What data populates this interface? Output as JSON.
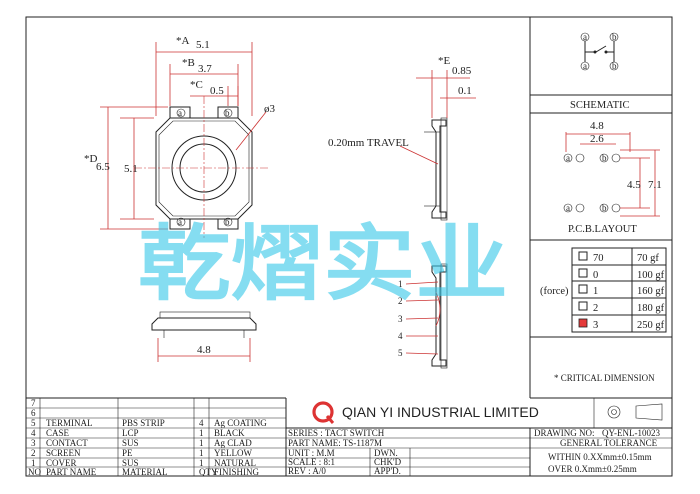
{
  "top_view": {
    "dims": {
      "a": "5.1",
      "b": "3.7",
      "c": "0.5",
      "d": "6.5",
      "inner": "5.1",
      "hole": "ø3",
      "bottom": "4.8"
    },
    "labels": {
      "a": "*A",
      "b": "*B",
      "c": "*C",
      "d": "*D"
    }
  },
  "side_view": {
    "e_label": "*E",
    "e_val": "0.85",
    "sub_val": "0.1",
    "travel": "0.20mm TRAVEL",
    "parts": [
      "1",
      "2",
      "3",
      "4",
      "5"
    ]
  },
  "schematic": {
    "title": "SCHEMATIC",
    "pins": [
      "a",
      "b",
      "a",
      "b"
    ]
  },
  "pcb": {
    "title": "P.C.B.LAYOUT",
    "w1": "4.8",
    "w2": "2.6",
    "h1": "4.5",
    "h2": "7.1",
    "pins": [
      "a",
      "b",
      "a",
      "b"
    ]
  },
  "force": {
    "label": "(force)",
    "options": [
      {
        "code": "70",
        "value": "70 gf",
        "selected": false
      },
      {
        "code": "0",
        "value": "100 gf",
        "selected": false
      },
      {
        "code": "1",
        "value": "160 gf",
        "selected": false
      },
      {
        "code": "2",
        "value": "180 gf",
        "selected": false
      },
      {
        "code": "3",
        "value": "250 gf",
        "selected": true
      }
    ],
    "accent": "#e53a3a"
  },
  "critical": "* CRITICAL DIMENSION",
  "watermark": "乾熠实业",
  "company": "QIAN YI INDUSTRIAL LIMITED",
  "parts_table": {
    "rows": [
      {
        "no": "7",
        "name": "",
        "material": "",
        "qty": "",
        "finish": ""
      },
      {
        "no": "6",
        "name": "",
        "material": "",
        "qty": "",
        "finish": ""
      },
      {
        "no": "5",
        "name": "TERMINAL",
        "material": "PBS STRIP",
        "qty": "4",
        "finish": "Ag COATING"
      },
      {
        "no": "4",
        "name": "CASE",
        "material": "LCP",
        "qty": "1",
        "finish": "BLACK"
      },
      {
        "no": "3",
        "name": "CONTACT",
        "material": "SUS",
        "qty": "1",
        "finish": "Ag CLAD"
      },
      {
        "no": "2",
        "name": "SCREEN",
        "material": "PE",
        "qty": "1",
        "finish": "YELLOW"
      },
      {
        "no": "1",
        "name": "COVER",
        "material": "SUS",
        "qty": "1",
        "finish": "NATURAL"
      }
    ],
    "header": {
      "no": "NO",
      "name": "PART NAME",
      "material": "MATERIAL",
      "qty": "QTY",
      "finish": "FINISHING"
    }
  },
  "title_block": {
    "series": "SERIES : TACT SWITCH",
    "part": "PART NAME: TS-1187M",
    "unit": "UNIT : M.M",
    "dwn": "DWN.",
    "scale": "SCALE : 8:1",
    "chkd": "CHK'D",
    "rev": "REV   : A/0",
    "appd": "APP'D.",
    "drawing_no_label": "DRAWING NO:",
    "drawing_no": "QY-ENL-10023",
    "tol_title": "GENERAL TOLERANCE",
    "tol1": "WITHIN  0.XXmm±0.15mm",
    "tol2": "OVER    0.Xmm±0.25mm"
  }
}
